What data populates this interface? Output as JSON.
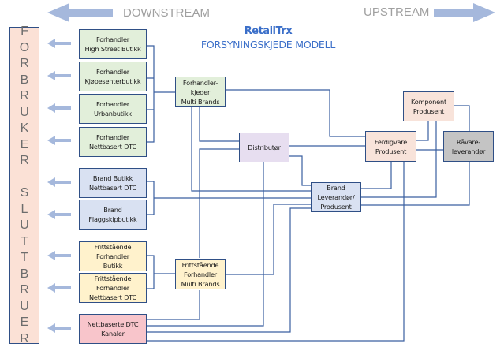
{
  "header": {
    "downstream_label": "DOWNSTREAM",
    "upstream_label": "UPSTREAM",
    "brand": "RetailTrx",
    "title": "FORSYNINGSKJEDE MODELL"
  },
  "consumer": {
    "label": "FORBRUKER SLUTTBRUER",
    "letters": "F\nO\nR\nB\nR\nU\nK\nE\nR\n \nS\nL\nU\nT\nT\nB\nR\nU\nE\nR"
  },
  "nodes": {
    "forhandler_high_street": "Forhandler\nHigh Street Butikk",
    "forhandler_kjopesenter": "Forhandler\nKjøpesenterbutikk",
    "forhandler_urban": "Forhandler\nUrbanbutikk",
    "forhandler_nettbasert": "Forhandler\nNettbasert DTC",
    "brand_butikk_nettbasert": "Brand Butikk\nNettbasert DTC",
    "brand_flaggskip": "Brand\nFlaggskipbutikk",
    "frittstaende_butikk": "Frittstående\nForhandler\nButikk",
    "frittstaende_nettbasert": "Frittstående\nForhandler\nNettbasert DTC",
    "nettbaserte_dtc_kanaler": "Nettbaserte DTC\nKanaler",
    "forhandlerkjeder_multi": "Forhandler-\nkjeder\nMulti Brands",
    "frittstaende_multi": "Frittstående\nForhandler\nMulti Brands",
    "distributor": "Distributør",
    "brand_leverandor": "Brand\nLeverandør/\nProdusent",
    "ferdigvare_produsent": "Ferdigvare\nProdusent",
    "komponent_produsent": "Komponent\nProdusent",
    "ravareleverandor": "Råvare-\nleverandør"
  },
  "colors": {
    "arrow": "#a5b8dc",
    "line": "#2f5597",
    "border": "#2f4f86",
    "accent_text": "#3b6fc9"
  }
}
